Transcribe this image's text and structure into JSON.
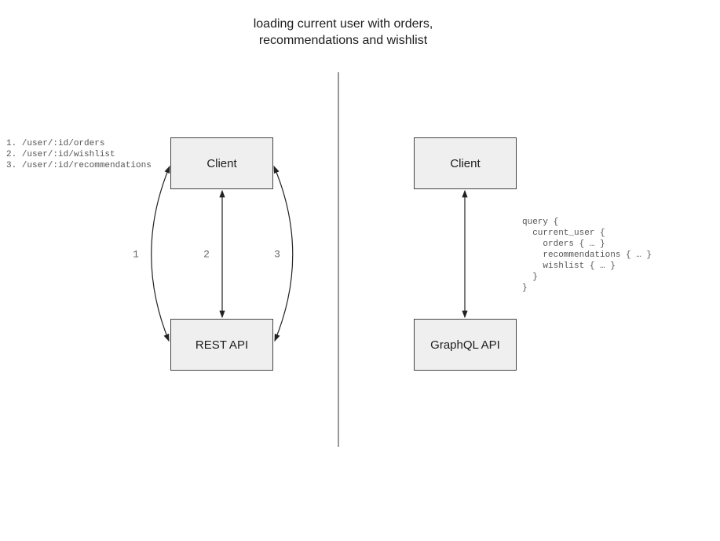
{
  "title": "loading current user with orders,\nrecommendations and wishlist",
  "rest_diagram": {
    "endpoints": "1. /user/:id/orders\n2. /user/:id/wishlist\n3. /user/:id/recommendations",
    "client_label": "Client",
    "api_label": "REST API",
    "request_labels": [
      "1",
      "2",
      "3"
    ]
  },
  "graphql_diagram": {
    "client_label": "Client",
    "api_label": "GraphQL API",
    "query": "query {\n  current_user {\n    orders { … }\n    recommendations { … }\n    wishlist { … }\n  }\n}"
  },
  "colors": {
    "box_fill": "#efefef",
    "box_border": "#444444",
    "arrow": "#222222",
    "divider": "#777777",
    "code_text": "#555555",
    "number_text": "#666666",
    "title_text": "#1c1c1c"
  }
}
